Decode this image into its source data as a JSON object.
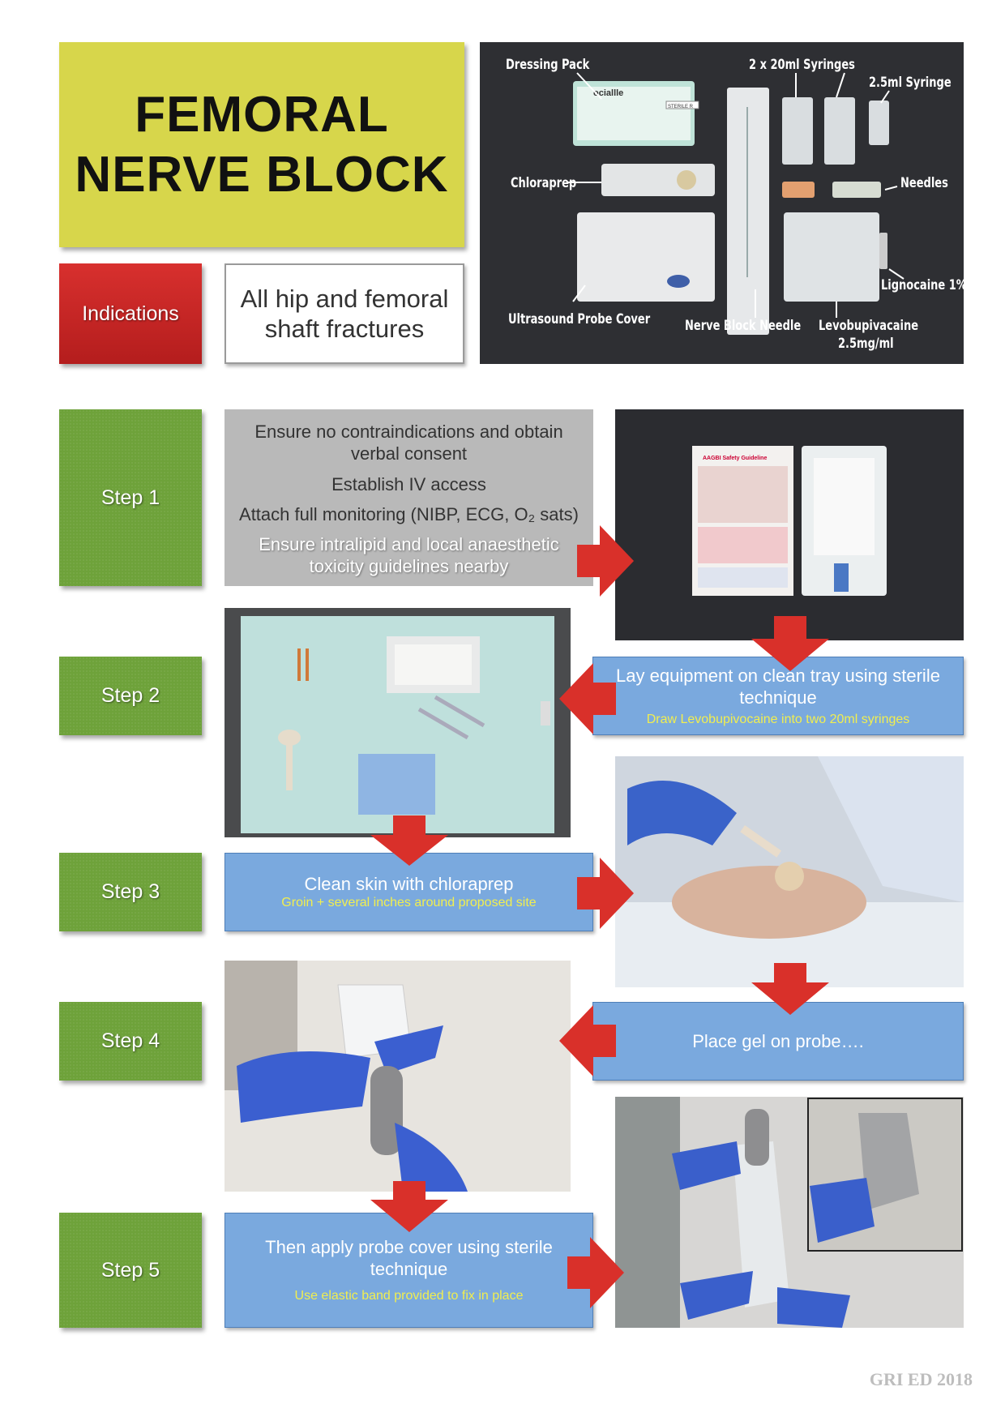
{
  "title": {
    "line1": "FEMORAL",
    "line2": "NERVE BLOCK"
  },
  "indications": {
    "label": "Indications",
    "text": "All hip and femoral shaft fractures"
  },
  "equipment_photo": {
    "labels": {
      "dressing_pack": "Dressing Pack",
      "syringes_20ml": "2 x 20ml Syringes",
      "syringe_25ml": "2.5ml Syringe",
      "chloraprep": "Chloraprep",
      "needles": "Needles",
      "lignocaine": "Lignocaine 1%",
      "probe_cover": "Ultrasound Probe Cover",
      "nerve_block_needle": "Nerve Block Needle",
      "levobupivacaine": "Levobupivacaine",
      "levobupivacaine_conc": "2.5mg/ml"
    },
    "packet_text": "ociallle",
    "sterile_text": "STERILE R"
  },
  "steps": [
    {
      "label": "Step 1"
    },
    {
      "label": "Step 2"
    },
    {
      "label": "Step 3"
    },
    {
      "label": "Step 4"
    },
    {
      "label": "Step 5"
    }
  ],
  "step1": {
    "line1": "Ensure no contraindications and obtain verbal consent",
    "line2": "Establish IV access",
    "line3": "Attach full monitoring (NIBP, ECG, O₂ sats)",
    "line4": "Ensure intralipid and local anaesthetic toxicity guidelines nearby",
    "guideline_title": "AAGBI Safety Guideline"
  },
  "step2": {
    "main": "Lay equipment on clean tray using sterile technique",
    "sub": "Draw Levobupivocaine into two 20ml syringes"
  },
  "step3": {
    "main": "Clean skin with chloraprep",
    "sub": "Groin + several inches around proposed site"
  },
  "step4": {
    "main": "Place gel on probe…."
  },
  "step5": {
    "main": "Then apply probe cover using sterile technique",
    "sub": "Use elastic band provided to fix in place"
  },
  "footer": "GRI ED 2018",
  "colors": {
    "title_bg": "#d7d64b",
    "indications_bg": "#c62828",
    "step_bg": "#6ea23a",
    "info_bg": "#7aa9de",
    "sub_text": "#f1ee4f",
    "arrow": "#d9302a"
  }
}
